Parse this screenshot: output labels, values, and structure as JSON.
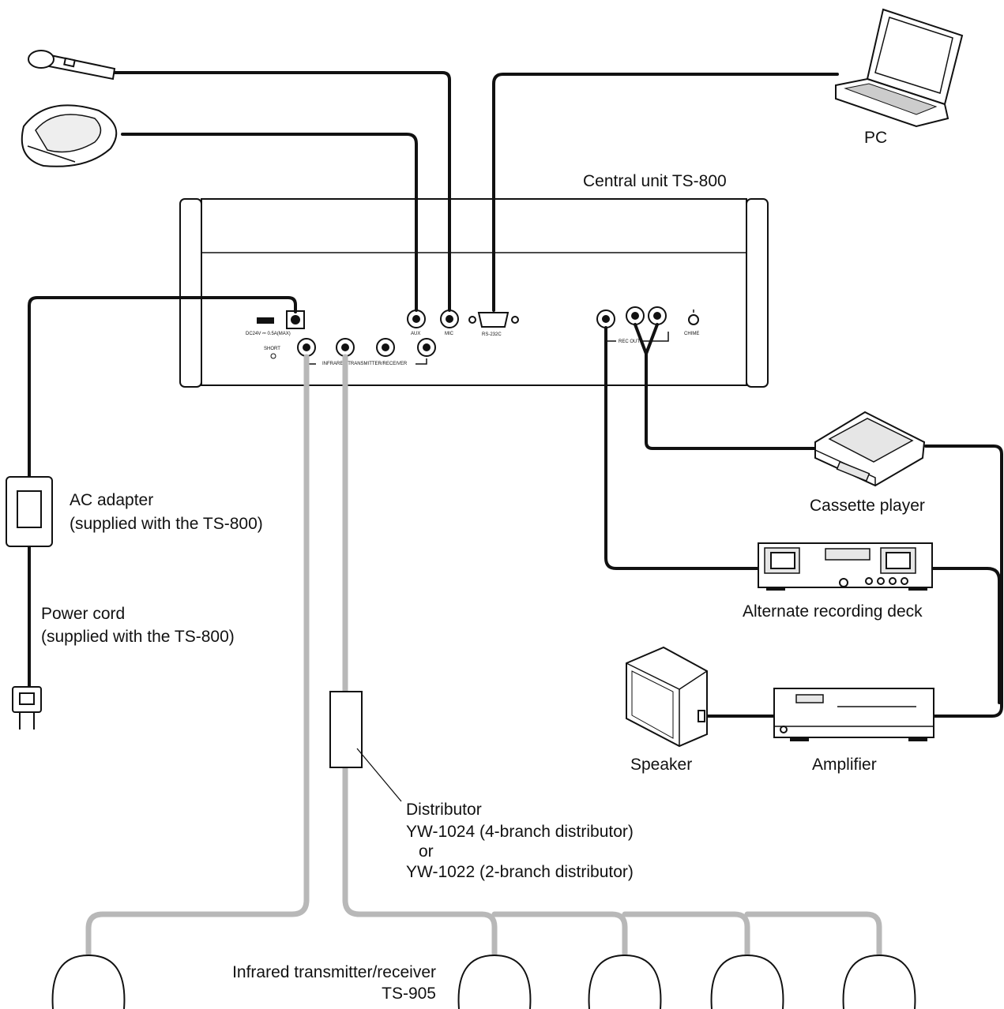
{
  "labels": {
    "pc": "PC",
    "central_unit": "Central unit  TS-800",
    "ac_adapter_1": "AC adapter",
    "ac_adapter_2": "(supplied with the TS-800)",
    "power_cord_1": "Power cord",
    "power_cord_2": "(supplied with the TS-800)",
    "cassette_player": "Cassette player",
    "recording_deck": "Alternate recording deck",
    "speaker": "Speaker",
    "amplifier": "Amplifier",
    "distributor_1": "Distributor",
    "distributor_2": "YW-1024 (4-branch distributor)",
    "distributor_3": "or",
    "distributor_4": "YW-1022 (2-branch distributor)",
    "ir_1": "Infrared transmitter/receiver",
    "ir_2": "TS-905"
  },
  "panel_labels": {
    "dc": "DC24V ⎓ 0.5A(MAX)",
    "short": "SHORT",
    "aux": "AUX",
    "mic": "MIC",
    "rs232c": "RS-232C",
    "rec_out": "REC OUT",
    "chime": "CHIME",
    "ir_jacks": "INFRARED TRANSMITTER/RECEIVER"
  },
  "colors": {
    "line": "#111111",
    "infrared_cable": "#b8b8b8",
    "background": "#ffffff"
  }
}
